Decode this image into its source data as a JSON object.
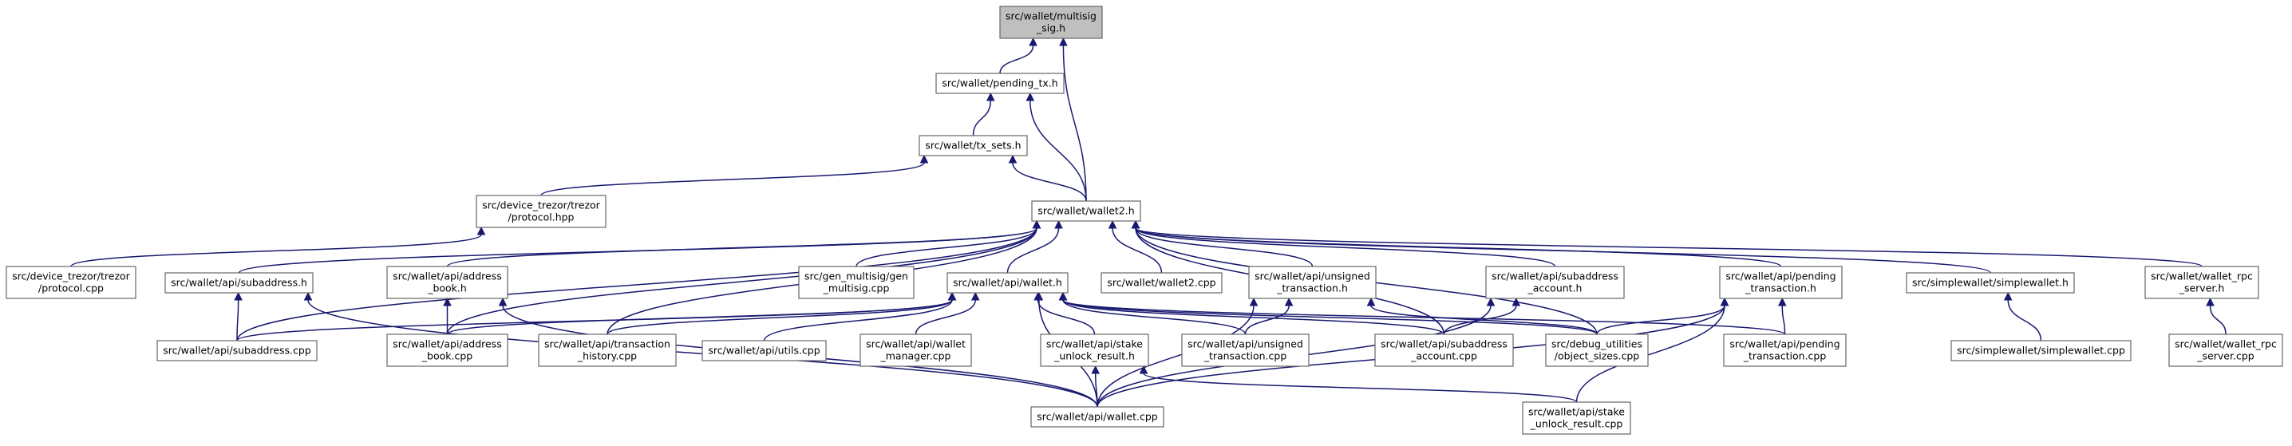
{
  "colors": {
    "node_fill": "#ffffff",
    "root_fill": "#bfbfbf",
    "node_border": "#666666",
    "edge": "#191970"
  },
  "graph": {
    "nodes": [
      {
        "id": "multisig",
        "lines": [
          "src/wallet/multisig",
          "_sig.h"
        ],
        "root": true
      },
      {
        "id": "pending_tx",
        "lines": [
          "src/wallet/pending_tx.h"
        ]
      },
      {
        "id": "tx_sets",
        "lines": [
          "src/wallet/tx_sets.h"
        ]
      },
      {
        "id": "protocol_hpp",
        "lines": [
          "src/device_trezor/trezor",
          "/protocol.hpp"
        ]
      },
      {
        "id": "wallet2_h",
        "lines": [
          "src/wallet/wallet2.h"
        ]
      },
      {
        "id": "protocol_cpp",
        "lines": [
          "src/device_trezor/trezor",
          "/protocol.cpp"
        ]
      },
      {
        "id": "api_subaddress_h",
        "lines": [
          "src/wallet/api/subaddress.h"
        ]
      },
      {
        "id": "api_address_book_h",
        "lines": [
          "src/wallet/api/address",
          "_book.h"
        ]
      },
      {
        "id": "gen_multisig",
        "lines": [
          "src/gen_multisig/gen",
          "_multisig.cpp"
        ]
      },
      {
        "id": "api_wallet_h",
        "lines": [
          "src/wallet/api/wallet.h"
        ]
      },
      {
        "id": "wallet2_cpp",
        "lines": [
          "src/wallet/wallet2.cpp"
        ]
      },
      {
        "id": "api_unsigned_h",
        "lines": [
          "src/wallet/api/unsigned",
          "_transaction.h"
        ]
      },
      {
        "id": "api_subaddress_account_h",
        "lines": [
          "src/wallet/api/subaddress",
          "_account.h"
        ]
      },
      {
        "id": "api_pending_h",
        "lines": [
          "src/wallet/api/pending",
          "_transaction.h"
        ]
      },
      {
        "id": "simplewallet_h",
        "lines": [
          "src/simplewallet/simplewallet.h"
        ]
      },
      {
        "id": "rpc_server_h",
        "lines": [
          "src/wallet/wallet_rpc",
          "_server.h"
        ]
      },
      {
        "id": "api_subaddress_cpp",
        "lines": [
          "src/wallet/api/subaddress.cpp"
        ]
      },
      {
        "id": "api_address_book_cpp",
        "lines": [
          "src/wallet/api/address",
          "_book.cpp"
        ]
      },
      {
        "id": "api_tx_history_cpp",
        "lines": [
          "src/wallet/api/transaction",
          "_history.cpp"
        ]
      },
      {
        "id": "api_utils_cpp",
        "lines": [
          "src/wallet/api/utils.cpp"
        ]
      },
      {
        "id": "api_wallet_manager_cpp",
        "lines": [
          "src/wallet/api/wallet",
          "_manager.cpp"
        ]
      },
      {
        "id": "api_stake_h",
        "lines": [
          "src/wallet/api/stake",
          "_unlock_result.h"
        ]
      },
      {
        "id": "api_unsigned_cpp",
        "lines": [
          "src/wallet/api/unsigned",
          "_transaction.cpp"
        ]
      },
      {
        "id": "api_subaddress_account_cpp",
        "lines": [
          "src/wallet/api/subaddress",
          "_account.cpp"
        ]
      },
      {
        "id": "debug_object_sizes",
        "lines": [
          "src/debug_utilities",
          "/object_sizes.cpp"
        ]
      },
      {
        "id": "api_pending_cpp",
        "lines": [
          "src/wallet/api/pending",
          "_transaction.cpp"
        ]
      },
      {
        "id": "simplewallet_cpp",
        "lines": [
          "src/simplewallet/simplewallet.cpp"
        ]
      },
      {
        "id": "rpc_server_cpp",
        "lines": [
          "src/wallet/wallet_rpc",
          "_server.cpp"
        ]
      },
      {
        "id": "api_wallet_cpp",
        "lines": [
          "src/wallet/api/wallet.cpp"
        ]
      },
      {
        "id": "api_stake_cpp",
        "lines": [
          "src/wallet/api/stake",
          "_unlock_result.cpp"
        ]
      }
    ],
    "edges": [
      {
        "from": "pending_tx",
        "to": "multisig"
      },
      {
        "from": "wallet2_h",
        "to": "multisig"
      },
      {
        "from": "tx_sets",
        "to": "pending_tx"
      },
      {
        "from": "wallet2_h",
        "to": "pending_tx"
      },
      {
        "from": "protocol_hpp",
        "to": "tx_sets"
      },
      {
        "from": "wallet2_h",
        "to": "tx_sets"
      },
      {
        "from": "protocol_cpp",
        "to": "protocol_hpp"
      },
      {
        "from": "api_subaddress_h",
        "to": "wallet2_h"
      },
      {
        "from": "api_address_book_h",
        "to": "wallet2_h"
      },
      {
        "from": "gen_multisig",
        "to": "wallet2_h"
      },
      {
        "from": "api_wallet_h",
        "to": "wallet2_h"
      },
      {
        "from": "wallet2_cpp",
        "to": "wallet2_h"
      },
      {
        "from": "api_unsigned_h",
        "to": "wallet2_h"
      },
      {
        "from": "api_subaddress_account_h",
        "to": "wallet2_h"
      },
      {
        "from": "api_pending_h",
        "to": "wallet2_h"
      },
      {
        "from": "simplewallet_h",
        "to": "wallet2_h"
      },
      {
        "from": "rpc_server_h",
        "to": "wallet2_h"
      },
      {
        "from": "api_subaddress_cpp",
        "to": "wallet2_h"
      },
      {
        "from": "api_address_book_cpp",
        "to": "wallet2_h"
      },
      {
        "from": "api_tx_history_cpp",
        "to": "wallet2_h"
      },
      {
        "from": "api_subaddress_account_cpp",
        "to": "wallet2_h"
      },
      {
        "from": "debug_object_sizes",
        "to": "wallet2_h"
      },
      {
        "from": "api_subaddress_cpp",
        "to": "api_subaddress_h"
      },
      {
        "from": "api_wallet_cpp",
        "to": "api_subaddress_h"
      },
      {
        "from": "api_address_book_cpp",
        "to": "api_address_book_h"
      },
      {
        "from": "api_wallet_cpp",
        "to": "api_address_book_h"
      },
      {
        "from": "api_subaddress_cpp",
        "to": "api_wallet_h"
      },
      {
        "from": "api_address_book_cpp",
        "to": "api_wallet_h"
      },
      {
        "from": "api_tx_history_cpp",
        "to": "api_wallet_h"
      },
      {
        "from": "api_utils_cpp",
        "to": "api_wallet_h"
      },
      {
        "from": "api_wallet_manager_cpp",
        "to": "api_wallet_h"
      },
      {
        "from": "api_stake_h",
        "to": "api_wallet_h"
      },
      {
        "from": "api_unsigned_cpp",
        "to": "api_wallet_h"
      },
      {
        "from": "api_subaddress_account_cpp",
        "to": "api_wallet_h"
      },
      {
        "from": "debug_object_sizes",
        "to": "api_wallet_h"
      },
      {
        "from": "api_pending_cpp",
        "to": "api_wallet_h"
      },
      {
        "from": "api_wallet_cpp",
        "to": "api_wallet_h"
      },
      {
        "from": "api_unsigned_cpp",
        "to": "api_unsigned_h"
      },
      {
        "from": "debug_object_sizes",
        "to": "api_unsigned_h"
      },
      {
        "from": "api_wallet_cpp",
        "to": "api_unsigned_h"
      },
      {
        "from": "api_subaddress_account_cpp",
        "to": "api_subaddress_account_h"
      },
      {
        "from": "api_wallet_cpp",
        "to": "api_subaddress_account_h"
      },
      {
        "from": "debug_object_sizes",
        "to": "api_pending_h"
      },
      {
        "from": "api_pending_cpp",
        "to": "api_pending_h"
      },
      {
        "from": "api_wallet_cpp",
        "to": "api_pending_h"
      },
      {
        "from": "api_stake_cpp",
        "to": "api_pending_h"
      },
      {
        "from": "simplewallet_cpp",
        "to": "simplewallet_h"
      },
      {
        "from": "rpc_server_cpp",
        "to": "rpc_server_h"
      },
      {
        "from": "api_wallet_cpp",
        "to": "api_stake_h"
      },
      {
        "from": "api_stake_cpp",
        "to": "api_stake_h"
      }
    ]
  }
}
